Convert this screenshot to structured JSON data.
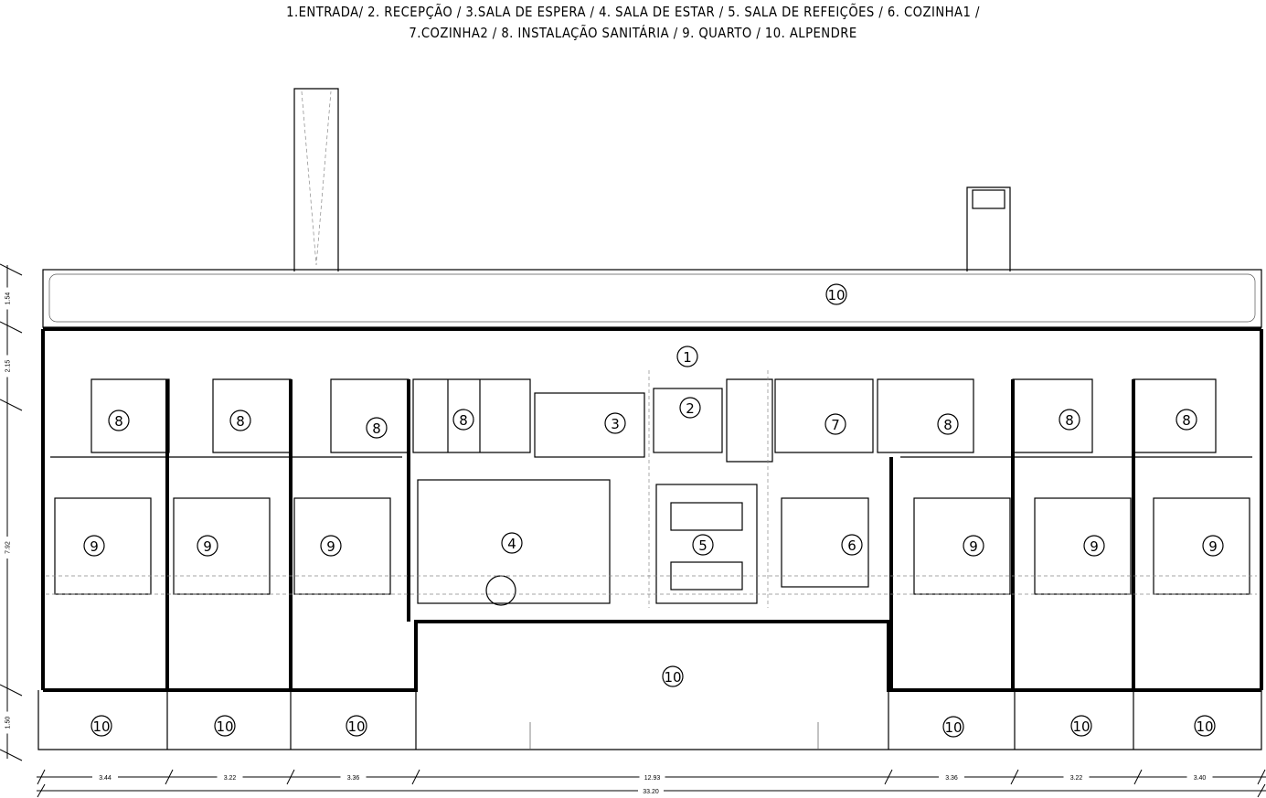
{
  "legend": {
    "line1": "1.ENTRADA/ 2. RECEPÇÃO / 3.SALA DE ESPERA / 4. SALA DE ESTAR / 5. SALA DE REFEIÇÕES / 6. COZINHA1 /",
    "line2": "7.COZINHA2 / 8. INSTALAÇÃO SANITÁRIA / 9. QUARTO / 10. ALPENDRE"
  },
  "rooms": [
    "10",
    "1",
    "2",
    "3",
    "8",
    "8",
    "8",
    "8",
    "7",
    "8",
    "8",
    "8",
    "9",
    "9",
    "9",
    "4",
    "5",
    "6",
    "9",
    "9",
    "9",
    "10",
    "10",
    "10",
    "10",
    "10",
    "10",
    "10"
  ],
  "dimensions": {
    "horizontal": [
      "3.44",
      "3.22",
      "3.36",
      "12.93",
      "3.36",
      "3.22",
      "3.40"
    ],
    "total": "33.20",
    "vertical": [
      "1.54",
      "2.15",
      "7.92",
      "1.50"
    ]
  }
}
